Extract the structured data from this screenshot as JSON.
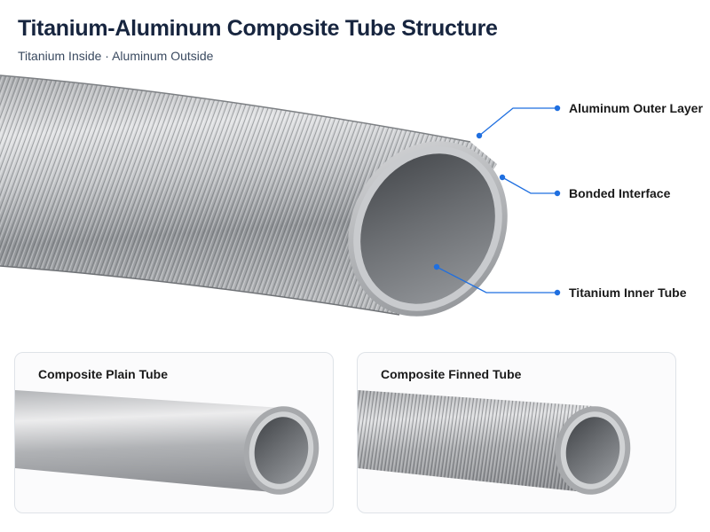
{
  "header": {
    "title": "Titanium-Aluminum Composite Tube Structure",
    "subtitle": "Titanium Inside · Aluminum Outside"
  },
  "callouts": {
    "outer": "Aluminum Outer Layer",
    "interface": "Bonded Interface",
    "inner": "Titanium Inner Tube"
  },
  "cards": {
    "plain": "Composite Plain Tube",
    "finned": "Composite Finned Tube"
  },
  "colors": {
    "accent": "#1f6fe0",
    "title": "#17253f"
  }
}
